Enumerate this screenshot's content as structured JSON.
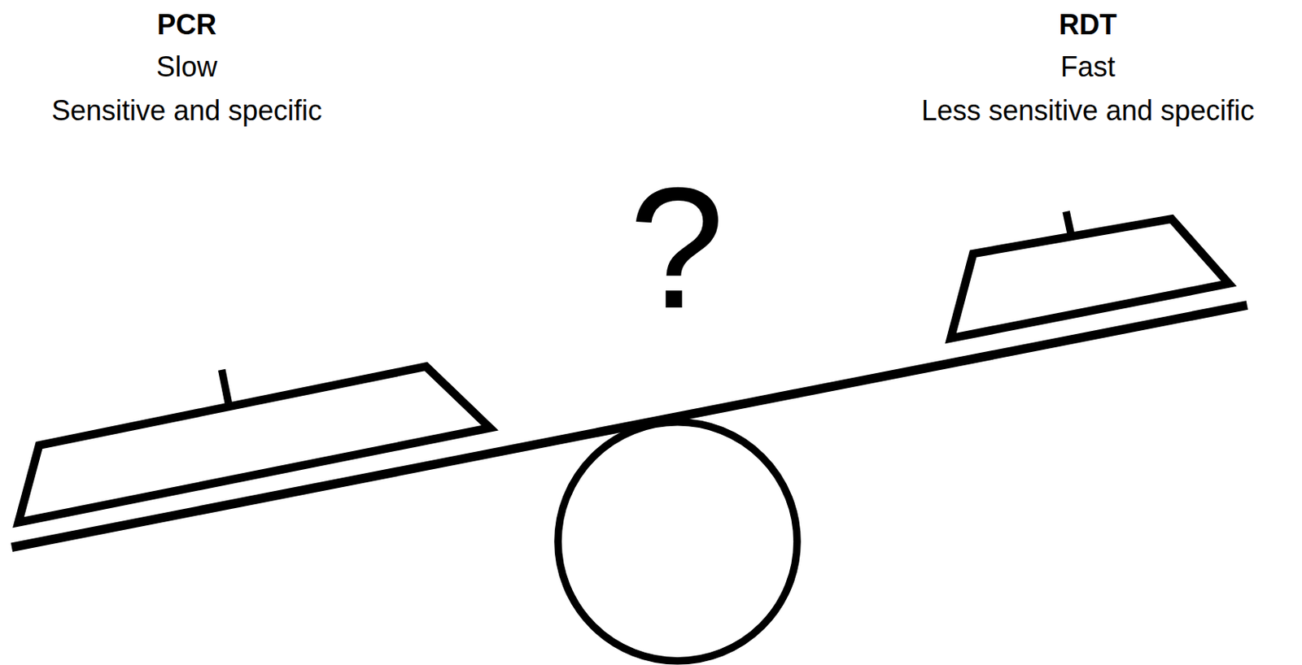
{
  "diagram": {
    "labels": [
      "PCR",
      "Slow",
      "Sensitive and specific",
      "RDT",
      "Fast",
      "Less sensitive and specific",
      "?"
    ]
  }
}
